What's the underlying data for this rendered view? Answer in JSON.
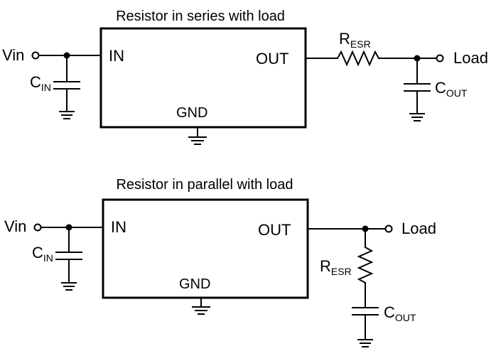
{
  "top": {
    "title": "Resistor in series with load",
    "vin": "Vin",
    "in_label": "IN",
    "out_label": "OUT",
    "gnd_label": "GND",
    "cin_main": "C",
    "cin_sub": "IN",
    "resr_main": "R",
    "resr_sub": "ESR",
    "cout_main": "C",
    "cout_sub": "OUT",
    "load": "Load"
  },
  "bottom": {
    "title": "Resistor in parallel with load",
    "vin": "Vin",
    "in_label": "IN",
    "out_label": "OUT",
    "gnd_label": "GND",
    "cin_main": "C",
    "cin_sub": "IN",
    "resr_main": "R",
    "resr_sub": "ESR",
    "cout_main": "C",
    "cout_sub": "OUT",
    "load": "Load"
  }
}
